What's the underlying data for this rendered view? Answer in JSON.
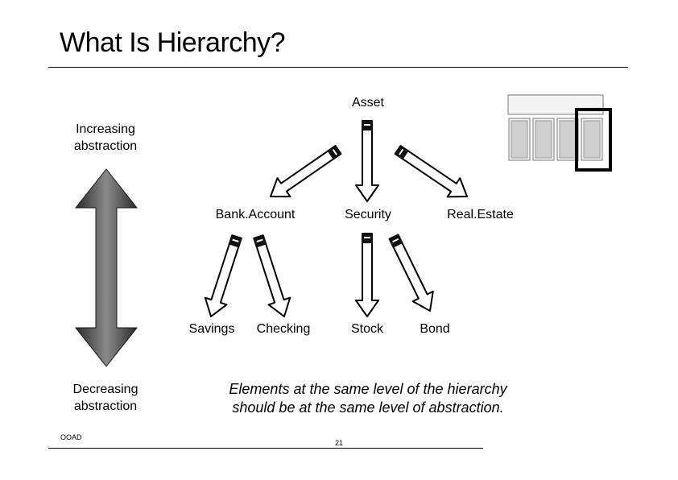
{
  "slide": {
    "title": "What Is Hierarchy?",
    "side_labels": {
      "top": [
        "Increasing",
        "abstraction"
      ],
      "bottom": [
        "Decreasing",
        "abstraction"
      ]
    },
    "note": [
      "Elements at the same level of the hierarchy",
      "should be at the same level of abstraction."
    ]
  },
  "diagram": {
    "nodes": {
      "asset": "Asset",
      "bank_account": "Bank.Account",
      "security": "Security",
      "real_estate": "Real.Estate",
      "savings": "Savings",
      "checking": "Checking",
      "stock": "Stock",
      "bond": "Bond"
    },
    "edges": [
      {
        "from": "asset",
        "to": "bank_account"
      },
      {
        "from": "asset",
        "to": "security"
      },
      {
        "from": "asset",
        "to": "real_estate"
      },
      {
        "from": "bank_account",
        "to": "savings"
      },
      {
        "from": "bank_account",
        "to": "checking"
      },
      {
        "from": "security",
        "to": "stock"
      },
      {
        "from": "security",
        "to": "bond"
      }
    ]
  },
  "footer": {
    "left": "OOAD",
    "page": "21"
  }
}
